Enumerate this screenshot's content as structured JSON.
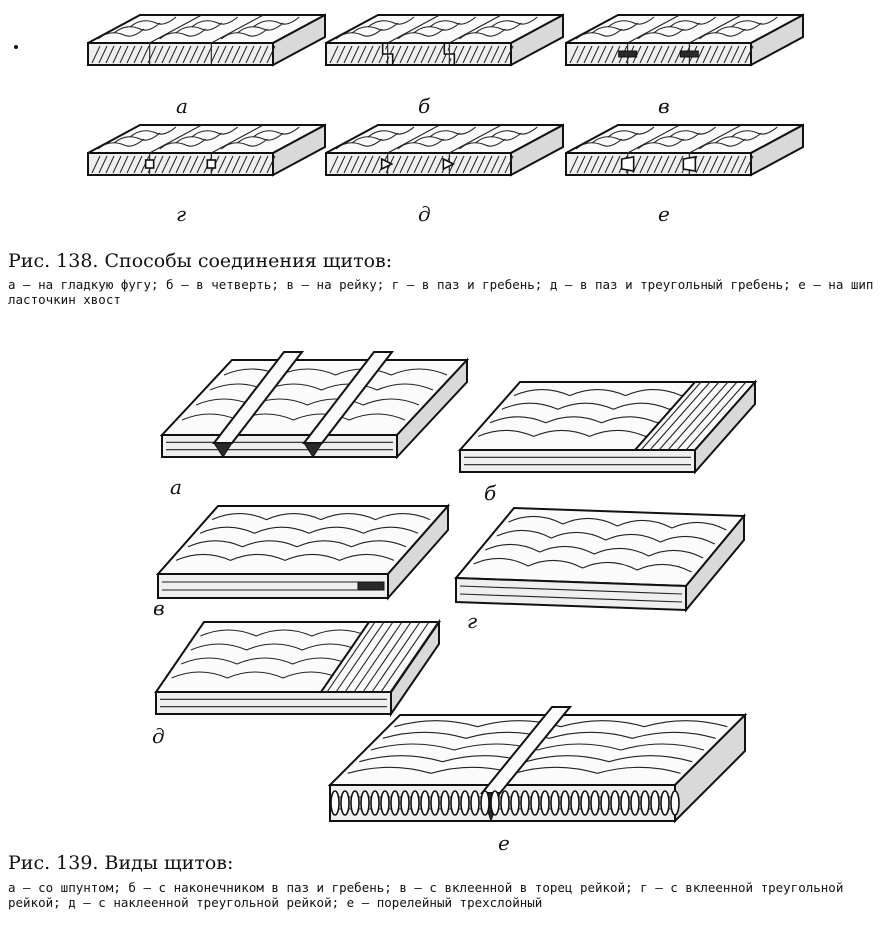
{
  "fig138": {
    "title": "Рис. 138. Способы соединения щитов:",
    "caption": "а — на гладкую фугу; б — в четверть; в — на рейку; г — в паз и гребень; д — в паз и треугольный гребень; е — на шип ласточкин хвост",
    "labels": [
      "а",
      "б",
      "в",
      "г",
      "д",
      "е"
    ]
  },
  "fig139": {
    "title": "Рис. 139. Виды щитов:",
    "caption": "а — со шпунтом; б — с наконечником в паз и гребень; в — с вклеенной в торец рейкой; г — с вклеенной треугольной рейкой; д — с наклеенной треугольной рейкой; е — порелейный трехслойный",
    "labels": [
      "а",
      "б",
      "в",
      "г",
      "д",
      "е"
    ]
  }
}
